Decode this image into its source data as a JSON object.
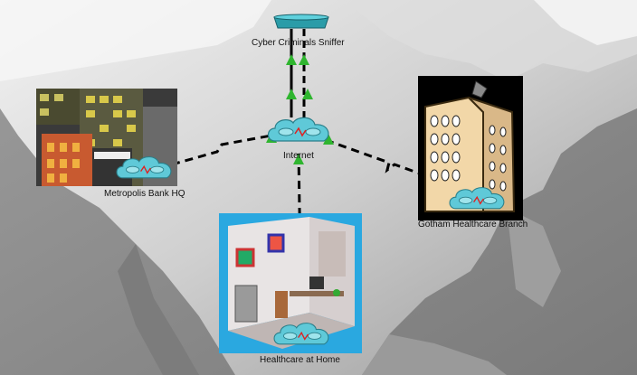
{
  "nodes": {
    "sniffer": {
      "label": "Cyber Criminals Sniffer",
      "icon": "sniffer-icon"
    },
    "internet": {
      "label": "Internet",
      "icon": "cloud-icon"
    },
    "metropolis": {
      "label": "Metropolis Bank HQ",
      "icon": "cloud-icon",
      "image": "city-buildings"
    },
    "gotham": {
      "label": "Gotham Healthcare Branch",
      "icon": "cloud-icon",
      "image": "office-tower-with-dish"
    },
    "home": {
      "label": "Healthcare at Home",
      "icon": "cloud-icon",
      "image": "home-office-room"
    }
  },
  "colors": {
    "map_land": "#8a8a8a",
    "map_light": "#e8e8e8",
    "cloud": "#5fc9d8",
    "link": "#000000",
    "link_up": "#2fb52f",
    "serial_zigzag": "#e02020",
    "sniffer": "#2a9ca8"
  }
}
